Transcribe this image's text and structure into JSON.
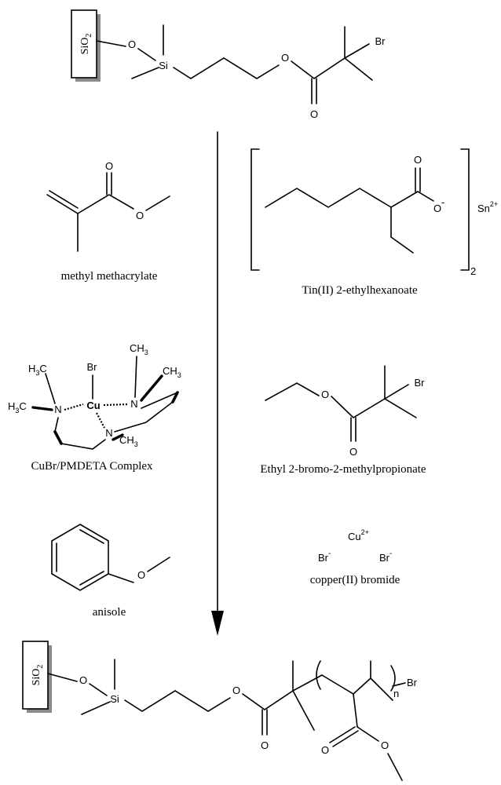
{
  "atoms": {
    "sio2": "SiO",
    "sio2_sub": "2",
    "oxygen": "O",
    "silicon": "Si",
    "bromine": "Br",
    "nitrogen": "N",
    "copper": "Cu",
    "ch3": "CH",
    "h3c": "H",
    "ch3_sub": "3",
    "o_minus": "O",
    "minus": "-",
    "tin": "Sn",
    "tin_charge": "2+",
    "bracket_sub": "2",
    "copper_ion": "Cu",
    "copper_charge": "2+",
    "bromide": "Br",
    "n_sub": "n"
  },
  "labels": {
    "mma": "methyl methacrylate",
    "tin": "Tin(II) 2-ethylhexanoate",
    "cubr": "CuBr/PMDETA Complex",
    "ebmp": "Ethyl 2-bromo-2-methylpropionate",
    "anisole": "anisole",
    "cubr2": "copper(II) bromide"
  },
  "colors": {
    "ink": "#000000",
    "box_shadow": "#8a8a8a"
  }
}
